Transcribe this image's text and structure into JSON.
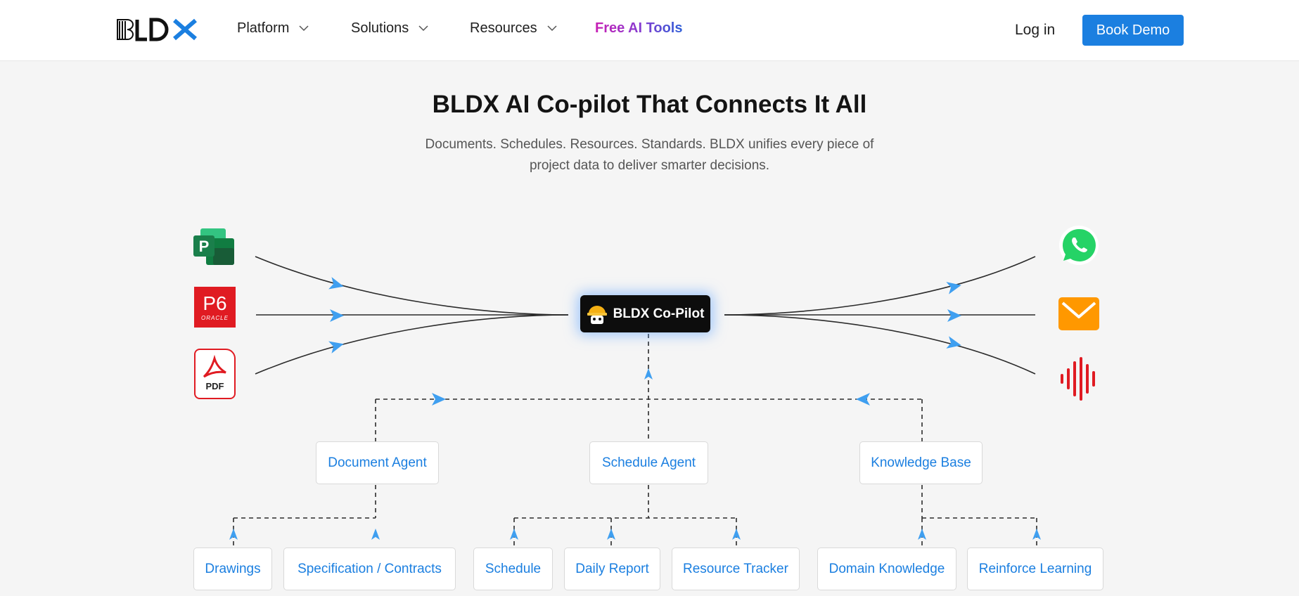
{
  "nav": {
    "items": [
      {
        "label": "Platform"
      },
      {
        "label": "Solutions"
      },
      {
        "label": "Resources"
      }
    ],
    "free_tools": "Free AI Tools",
    "login": "Log in",
    "demo": "Book Demo",
    "logo_icon": "bldx-logo-icon"
  },
  "hero": {
    "title": "BLDX AI Co-pilot That Connects It All",
    "subtitle": "Documents. Schedules. Resources. Standards. BLDX unifies every piece of project data to deliver smarter decisions."
  },
  "diagram": {
    "center": {
      "label": "BLDX Co-Pilot",
      "icon": "hardhat-robot-icon"
    },
    "inputs": [
      {
        "icon": "ms-project-icon",
        "text": "P"
      },
      {
        "icon": "oracle-p6-icon",
        "text": "P6",
        "subtext": "ORACLE"
      },
      {
        "icon": "pdf-icon",
        "text": "PDF"
      }
    ],
    "outputs": [
      {
        "icon": "whatsapp-icon"
      },
      {
        "icon": "email-icon"
      },
      {
        "icon": "voice-icon"
      }
    ],
    "agents": [
      {
        "label": "Document Agent"
      },
      {
        "label": "Schedule Agent"
      },
      {
        "label": "Knowledge Base"
      }
    ],
    "leaves": [
      {
        "label": "Drawings"
      },
      {
        "label": "Specification / Contracts"
      },
      {
        "label": "Schedule"
      },
      {
        "label": "Daily Report"
      },
      {
        "label": "Resource Tracker"
      },
      {
        "label": "Domain Knowledge"
      },
      {
        "label": "Reinforce Learning"
      }
    ],
    "colors": {
      "accent": "#1b7fe0",
      "arrow": "#4aa3f0",
      "line": "#2b2b2b"
    }
  }
}
